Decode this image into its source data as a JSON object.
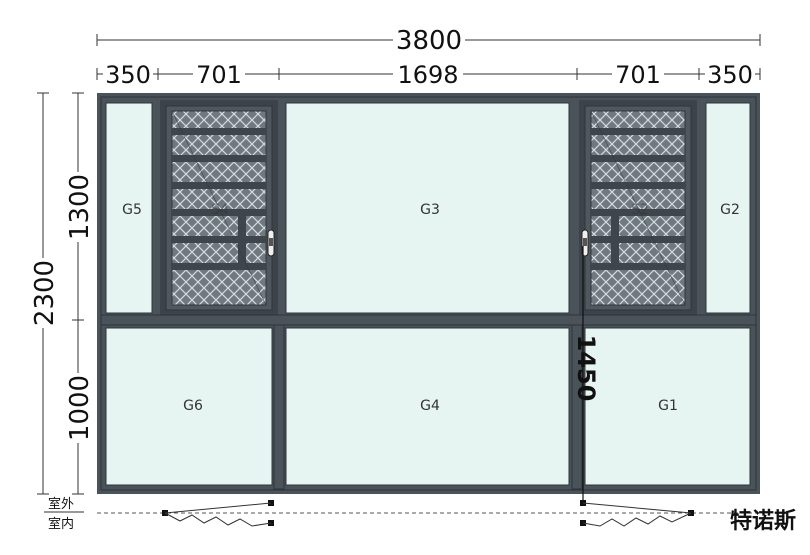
{
  "dimensions": {
    "total_width": "3800",
    "widths": [
      "350",
      "701",
      "1698",
      "701",
      "350"
    ],
    "total_height": "2300",
    "upper_height": "1300",
    "lower_height": "1000",
    "handle_height": "1450"
  },
  "panes": {
    "g1": "G1",
    "g2": "G2",
    "g3": "G3",
    "g4": "G4",
    "g5": "G5",
    "g6": "G6",
    "sash_left": "S4",
    "sash_right": "S2"
  },
  "legend": {
    "outside": "室外",
    "inside": "室内"
  },
  "brand": "特诺斯",
  "colors": {
    "frame": "#4a535a",
    "frame_dark": "#3c444a",
    "glass": "#e6f5f1",
    "mesh_bg": "#707a80",
    "mesh_line": "#cfd6da",
    "bar": "#3e464c"
  }
}
